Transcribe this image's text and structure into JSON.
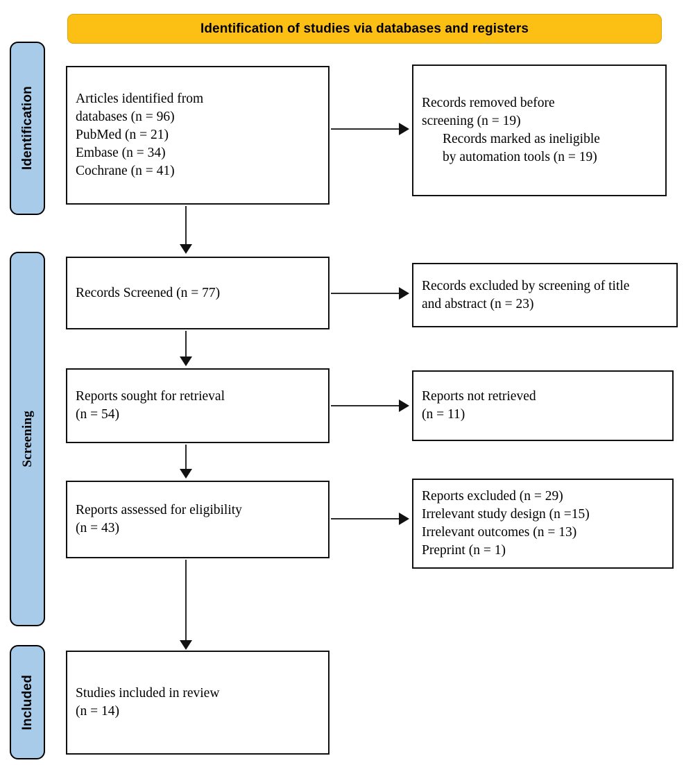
{
  "banner": {
    "title": "Identification of studies via databases and registers"
  },
  "stages": [
    {
      "id": "identification",
      "label": "Identification"
    },
    {
      "id": "screening",
      "label": "Screening"
    },
    {
      "id": "included",
      "label": "Included"
    }
  ],
  "boxes": {
    "identified": {
      "name": "articles-identified-box",
      "lines": [
        "Articles identified from",
        "databases (n = 96)",
        "PubMed (n = 21)",
        "Embase (n = 34)",
        "Cochrane (n = 41)"
      ]
    },
    "removed": {
      "name": "records-removed-box",
      "lines": [
        "Records removed before",
        "screening (n = 19)",
        "Records marked as ineligible",
        "by automation tools (n = 19)"
      ],
      "indent_from": 2
    },
    "screened": {
      "name": "records-screened-box",
      "lines": [
        "Records Screened (n = 77)"
      ]
    },
    "excluded_screening": {
      "name": "records-excluded-screening-box",
      "lines": [
        "Records excluded by screening of title",
        "and abstract (n = 23)"
      ]
    },
    "sought": {
      "name": "reports-sought-box",
      "lines": [
        "Reports sought for retrieval",
        "(n = 54)"
      ]
    },
    "not_retrieved": {
      "name": "reports-not-retrieved-box",
      "lines": [
        "Reports not retrieved",
        "(n = 11)"
      ]
    },
    "assessed": {
      "name": "reports-assessed-box",
      "lines": [
        "Reports assessed for eligibility",
        "(n = 43)"
      ]
    },
    "excluded_eligibility": {
      "name": "reports-excluded-eligibility-box",
      "lines": [
        "Reports excluded (n = 29)",
        "Irrelevant study design (n =15)",
        "Irrelevant outcomes (n = 13)",
        "Preprint (n = 1)"
      ]
    },
    "included": {
      "name": "studies-included-box",
      "lines": [
        "Studies included in review",
        "(n = 14)"
      ]
    }
  },
  "chart_data": {
    "type": "diagram",
    "title": "Identification of studies via databases and registers",
    "diagram_kind": "PRISMA 2020 flow diagram",
    "stages": [
      "Identification",
      "Screening",
      "Included"
    ],
    "nodes": [
      {
        "id": "identified",
        "stage": "Identification",
        "label": "Articles identified from databases",
        "n": 96,
        "sources": [
          {
            "name": "PubMed",
            "n": 21
          },
          {
            "name": "Embase",
            "n": 34
          },
          {
            "name": "Cochrane",
            "n": 41
          }
        ]
      },
      {
        "id": "removed",
        "stage": "Identification",
        "label": "Records removed before screening",
        "n": 19,
        "sub": [
          {
            "name": "Records marked as ineligible by automation tools",
            "n": 19
          }
        ]
      },
      {
        "id": "screened",
        "stage": "Screening",
        "label": "Records Screened",
        "n": 77
      },
      {
        "id": "excluded_screening",
        "stage": "Screening",
        "label": "Records excluded by screening of title and abstract",
        "n": 23
      },
      {
        "id": "sought",
        "stage": "Screening",
        "label": "Reports sought for retrieval",
        "n": 54
      },
      {
        "id": "not_retrieved",
        "stage": "Screening",
        "label": "Reports not retrieved",
        "n": 11
      },
      {
        "id": "assessed",
        "stage": "Screening",
        "label": "Reports assessed for eligibility",
        "n": 43
      },
      {
        "id": "excluded_eligibility",
        "stage": "Screening",
        "label": "Reports excluded",
        "n": 29,
        "sub": [
          {
            "name": "Irrelevant study design",
            "n": 15
          },
          {
            "name": "Irrelevant outcomes",
            "n": 13
          },
          {
            "name": "Preprint",
            "n": 1
          }
        ]
      },
      {
        "id": "included",
        "stage": "Included",
        "label": "Studies included in review",
        "n": 14
      }
    ],
    "edges": [
      {
        "from": "identified",
        "to": "removed",
        "direction": "right"
      },
      {
        "from": "identified",
        "to": "screened",
        "direction": "down"
      },
      {
        "from": "screened",
        "to": "excluded_screening",
        "direction": "right"
      },
      {
        "from": "screened",
        "to": "sought",
        "direction": "down"
      },
      {
        "from": "sought",
        "to": "not_retrieved",
        "direction": "right"
      },
      {
        "from": "sought",
        "to": "assessed",
        "direction": "down"
      },
      {
        "from": "assessed",
        "to": "excluded_eligibility",
        "direction": "right"
      },
      {
        "from": "assessed",
        "to": "included",
        "direction": "down"
      }
    ],
    "colors": {
      "banner": "#FCBF13",
      "stage_bar": "#A8CBE9",
      "box_border": "#111111",
      "background": "#FFFFFF"
    }
  }
}
